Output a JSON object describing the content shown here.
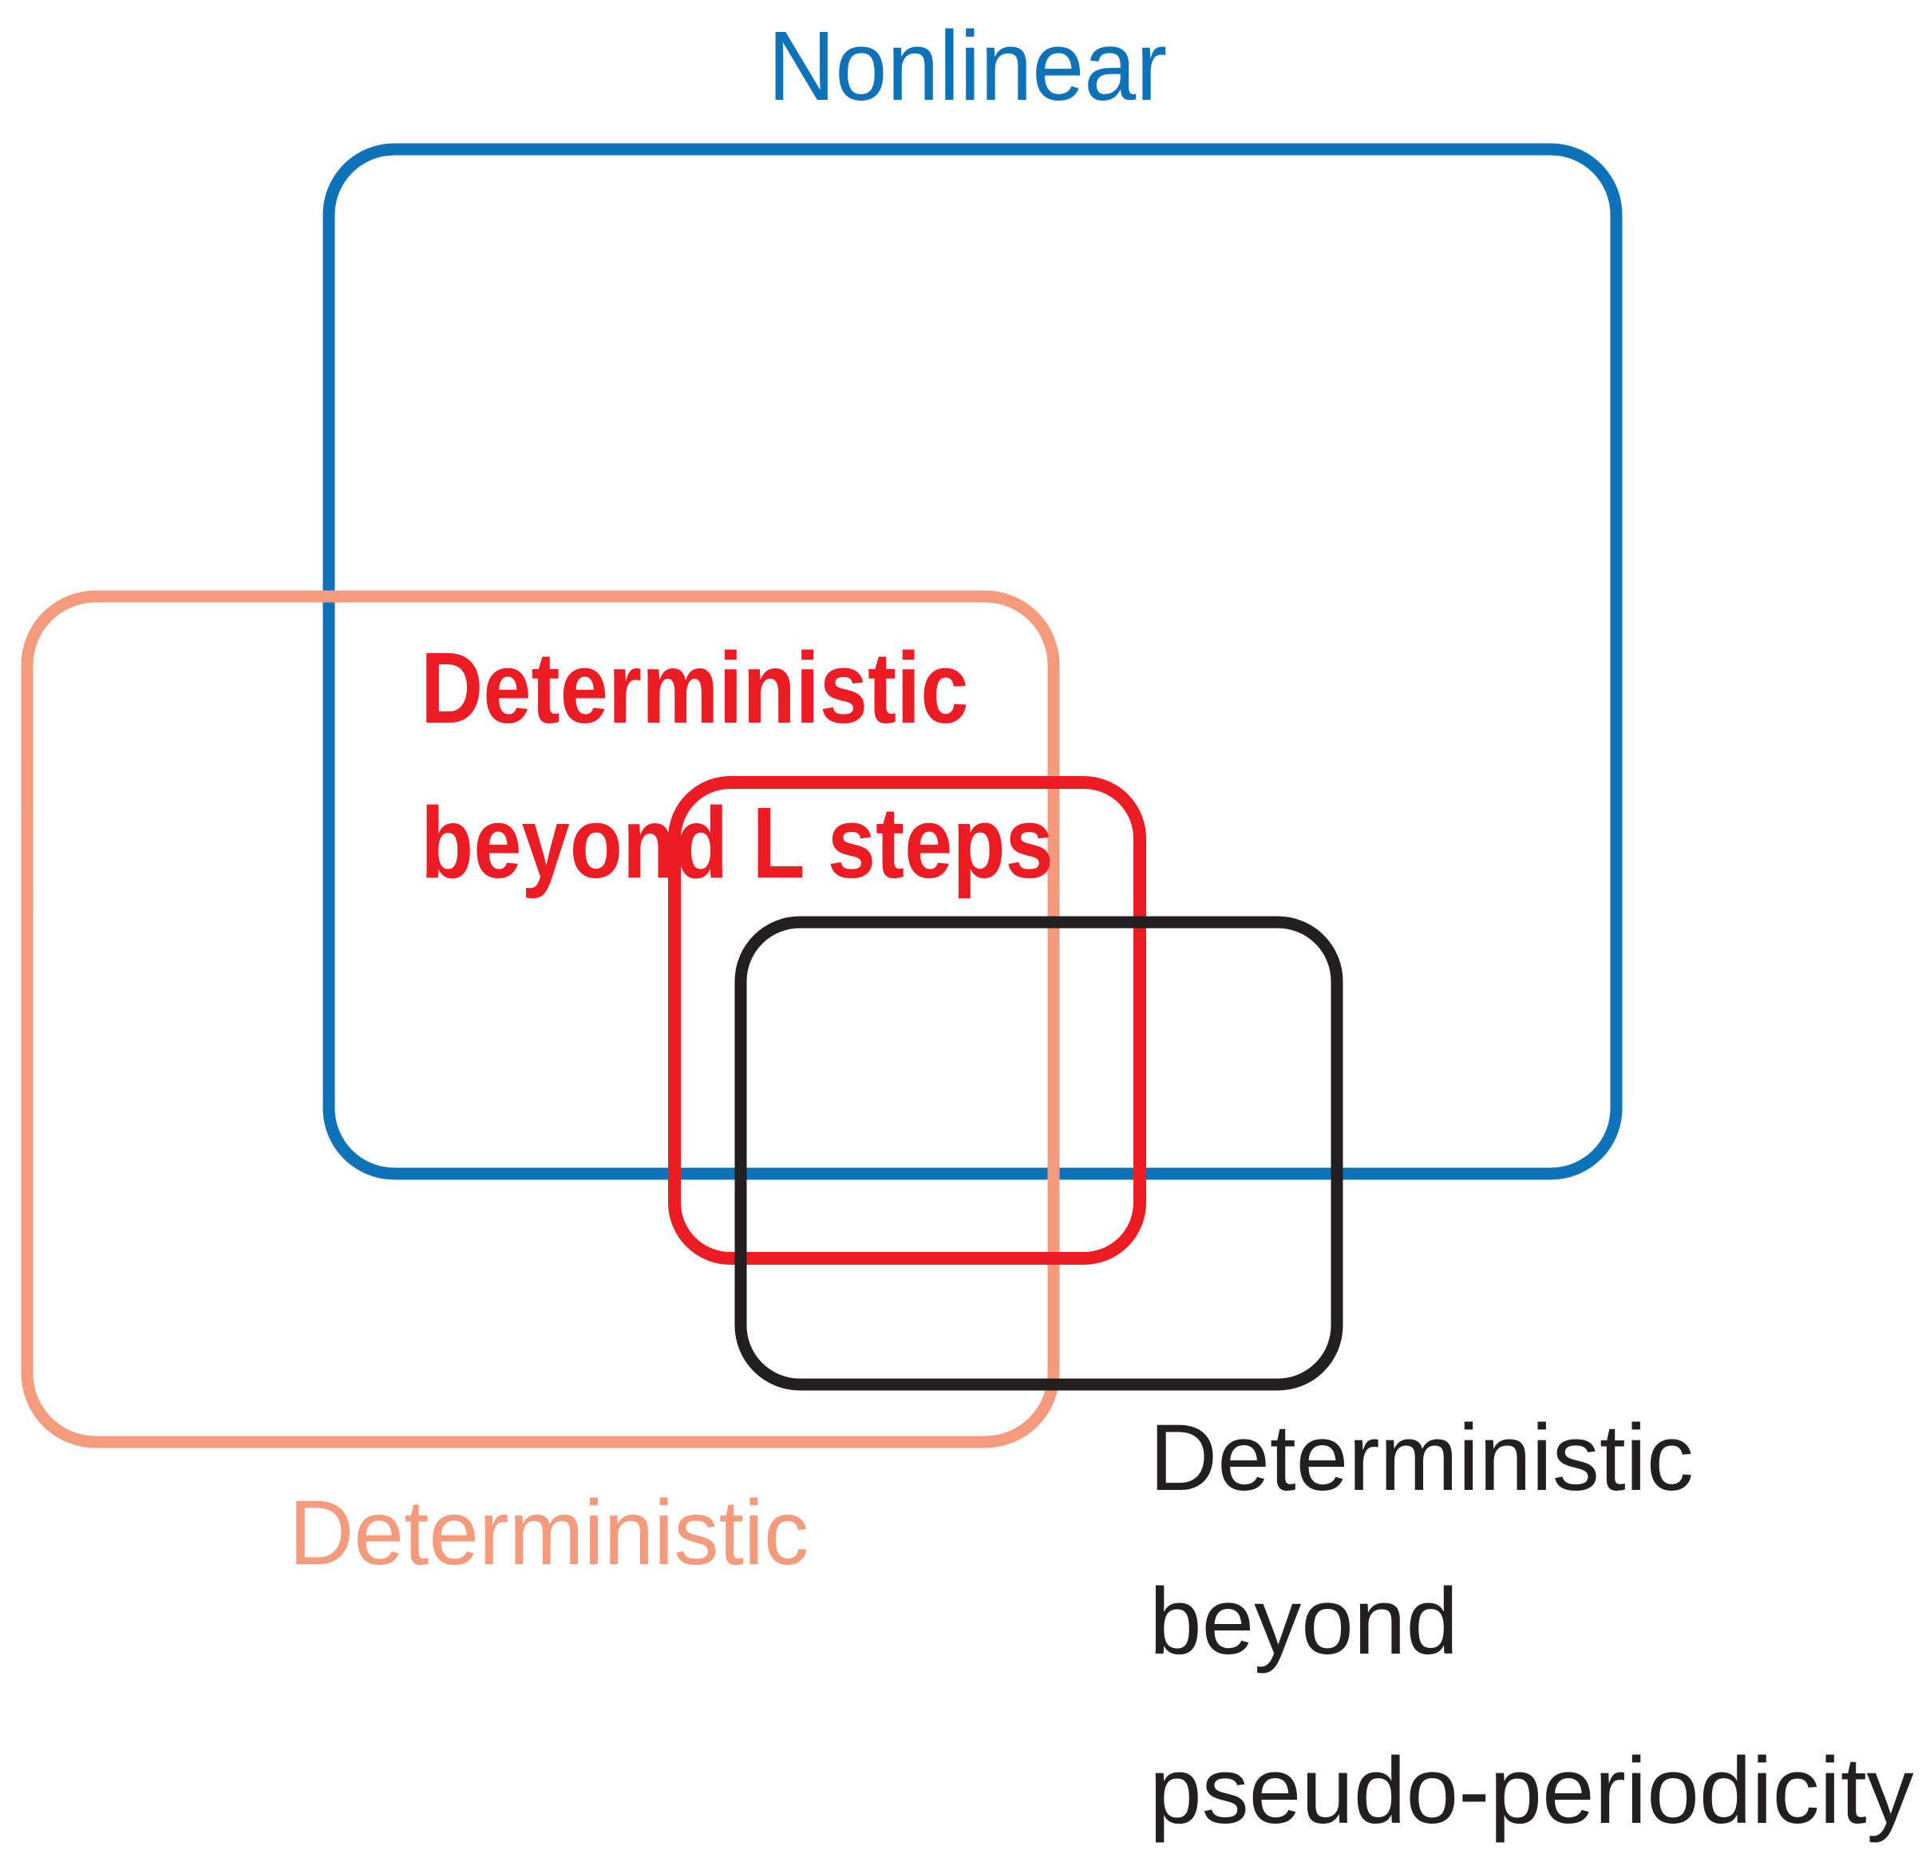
{
  "figure": {
    "background": "#FFFFFF",
    "type": "venn-diagram",
    "sets": [
      {
        "id": "nonlinear",
        "label": "Nonlinear",
        "label_lines": [
          "Nonlinear"
        ],
        "color": "#0E72B8",
        "label_position": "top-outside"
      },
      {
        "id": "deterministic",
        "label": "Deterministic",
        "label_lines": [
          "Deterministic"
        ],
        "color": "#F49B7D",
        "label_position": "bottom-outside"
      },
      {
        "id": "deterministic-beyond-l-steps",
        "label": "Deterministic beyond L steps",
        "label_lines": [
          "Deterministic",
          "beyond L steps"
        ],
        "color": "#EC1C24",
        "label_position": "inside-above"
      },
      {
        "id": "deterministic-beyond-pseudo-periodicity",
        "label": "Deterministic beyond pseudo-periodicity",
        "label_lines": [
          "Deterministic",
          "beyond",
          "pseudo-periodicity"
        ],
        "color": "#231F20",
        "label_position": "bottom-right-outside"
      }
    ]
  }
}
